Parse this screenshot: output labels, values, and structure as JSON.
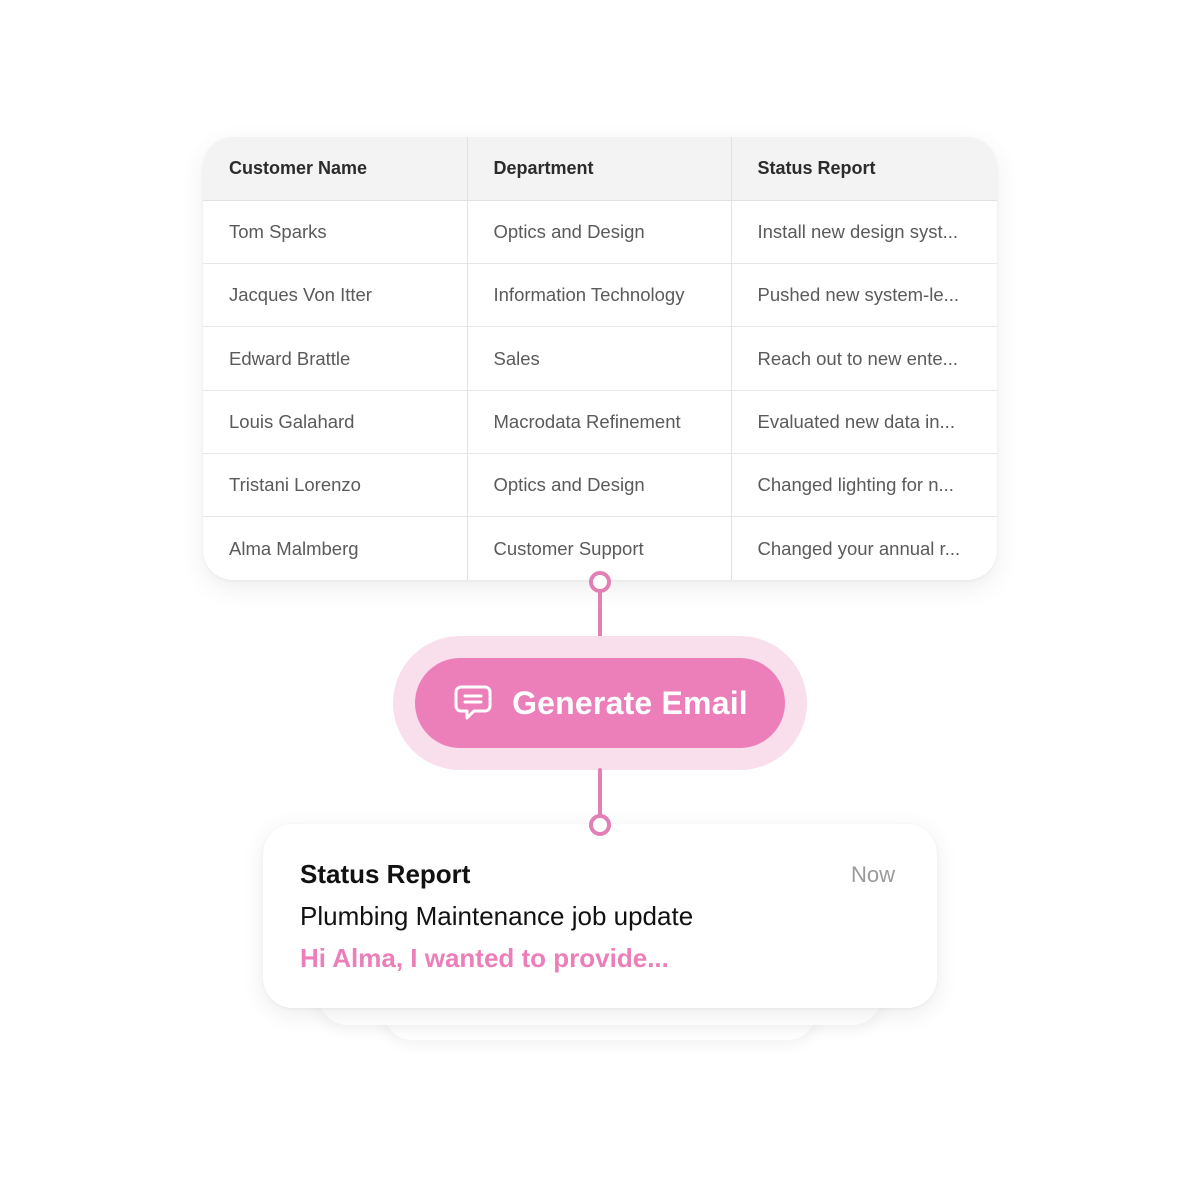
{
  "table": {
    "headers": [
      "Customer Name",
      "Department",
      "Status Report"
    ],
    "rows": [
      [
        "Tom Sparks",
        "Optics and Design",
        "Install new design syst..."
      ],
      [
        "Jacques Von Itter",
        "Information Technology",
        "Pushed new system-le..."
      ],
      [
        "Edward Brattle",
        "Sales",
        "Reach out to new ente..."
      ],
      [
        "Louis Galahard",
        "Macrodata Refinement",
        "Evaluated new data in..."
      ],
      [
        "Tristani Lorenzo",
        "Optics and Design",
        "Changed lighting for n..."
      ],
      [
        "Alma Malmberg",
        "Customer Support",
        "Changed your annual r..."
      ]
    ]
  },
  "action_button": {
    "label": "Generate Email",
    "icon": "chat-bubble-icon"
  },
  "email": {
    "title": "Status Report",
    "time": "Now",
    "subject": "Plumbing Maintenance job update",
    "preview": "Hi Alma, I wanted to provide..."
  },
  "colors": {
    "accent": "#ec7fb9",
    "accent_halo": "#f9deec",
    "connector": "#e27fb4",
    "header_bg": "#f3f3f3"
  }
}
